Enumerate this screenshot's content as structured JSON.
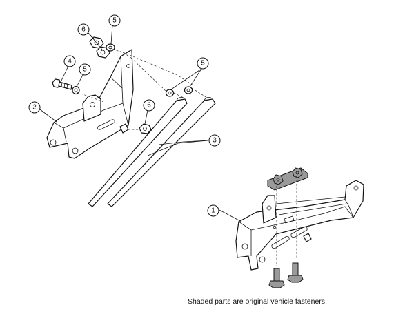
{
  "callouts": [
    {
      "id": "c6-top",
      "label": "6"
    },
    {
      "id": "c5-top",
      "label": "5"
    },
    {
      "id": "c4",
      "label": "4"
    },
    {
      "id": "c5-left",
      "label": "5"
    },
    {
      "id": "c2",
      "label": "2"
    },
    {
      "id": "c6-mid",
      "label": "6"
    },
    {
      "id": "c5-right",
      "label": "5"
    },
    {
      "id": "c3",
      "label": "3"
    },
    {
      "id": "c1",
      "label": "1"
    }
  ],
  "footnote": "Shaded parts are original vehicle fasteners."
}
